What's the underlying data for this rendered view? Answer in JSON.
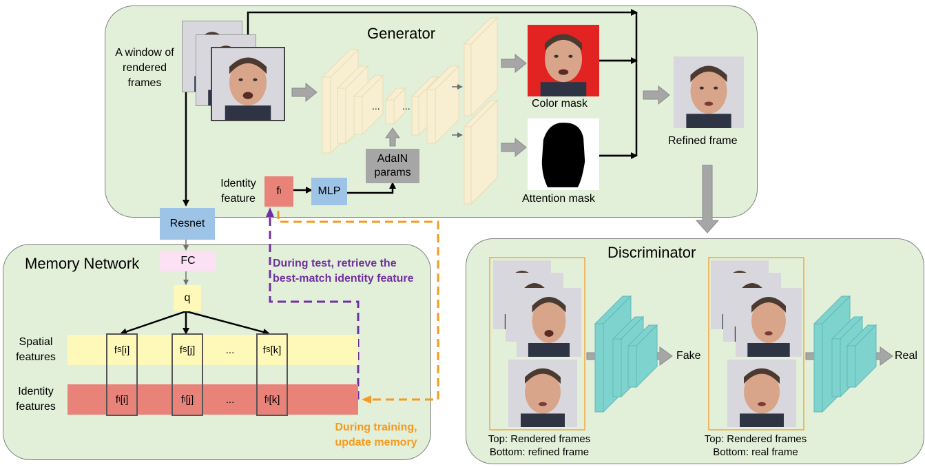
{
  "generator": {
    "title": "Generator",
    "input_label": "A window of\nrendered\nframes",
    "adain_label": "AdaIN\nparams",
    "ellipsis": "...",
    "color_mask_label": "Color mask",
    "attention_mask_label": "Attention mask",
    "refined_frame_label": "Refined frame",
    "identity_feature_label": "Identity\nfeature",
    "fi_main": "f",
    "fi_sub": "I",
    "mlp_label": "MLP"
  },
  "resnet_label": "Resnet",
  "memory": {
    "title": "Memory Network",
    "fc_label": "FC",
    "q_label": "q",
    "spatial_label": "Spatial\nfeatures",
    "identity_label": "Identity\nfeatures",
    "spatial_cells": [
      {
        "main": "f",
        "sub": "S",
        "idx": "[i]"
      },
      {
        "main": "f",
        "sub": "S",
        "idx": "[j]"
      },
      {
        "main": "...",
        "sub": "",
        "idx": ""
      },
      {
        "main": "f",
        "sub": "S",
        "idx": "[k]"
      }
    ],
    "identity_cells": [
      {
        "main": "f",
        "sub": "I",
        "idx": "[i]"
      },
      {
        "main": "f",
        "sub": "I",
        "idx": "[j]"
      },
      {
        "main": "...",
        "sub": "",
        "idx": ""
      },
      {
        "main": "f",
        "sub": "I",
        "idx": "[k]"
      }
    ],
    "test_note": "During test, retrieve the\nbest-match identity feature",
    "train_note": "During training,\nupdate memory"
  },
  "discriminator": {
    "title": "Discriminator",
    "fake_label": "Fake",
    "real_label": "Real",
    "left_caption": "Top: Rendered frames\nBottom: refined frame",
    "right_caption": "Top: Rendered frames\nBottom: real frame"
  },
  "colors": {
    "panel_bg": "#e2efd9",
    "decoder_block": "#f8efd2",
    "resnet": "#9dc3e6",
    "mlp": "#9dc3e6",
    "fc": "#fbe1f3",
    "q": "#fef9b8",
    "spatial_band": "#fef9b8",
    "identity_band": "#e9837a",
    "fi_box": "#e9837a",
    "adain": "#a6a6a6",
    "test_arrow": "#7030a0",
    "train_arrow": "#f79a1d",
    "disc_block": "#7fd3cf",
    "color_mask_bg": "#e32222"
  }
}
